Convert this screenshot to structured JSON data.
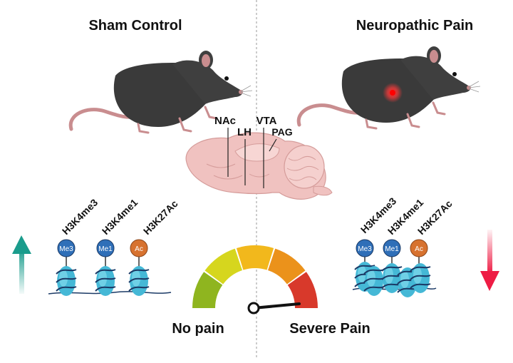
{
  "left_panel": {
    "title": "Sham Control"
  },
  "right_panel": {
    "title": "Neuropathic Pain"
  },
  "brain_regions": [
    "NAc",
    "LH",
    "VTA",
    "PAG"
  ],
  "histone_marks": {
    "labels": [
      "H3K4me3",
      "H3K4me1",
      "H3K27Ac"
    ],
    "badges": [
      "Me3",
      "Me1",
      "Ac"
    ]
  },
  "pain_scale": {
    "low_label": "No pain",
    "high_label": "Severe Pain"
  },
  "colors": {
    "up_arrow": "#1a9c8c",
    "down_arrow": "#ee1c44",
    "gauge": [
      "#8fb51f",
      "#d6d61e",
      "#f2b81c",
      "#eb921b",
      "#d8392b"
    ],
    "methyl_badge": "#2f6fb8",
    "acetyl_badge": "#d7722f",
    "nucleosome": "#45b8d6"
  }
}
